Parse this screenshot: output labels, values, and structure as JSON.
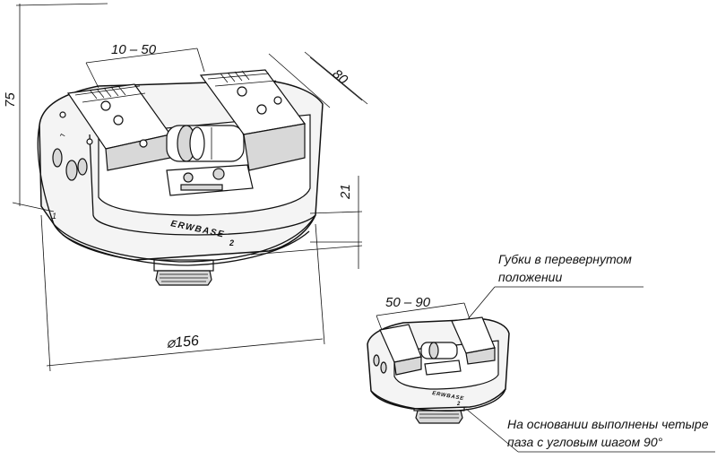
{
  "dimensions": {
    "jaw_range_main": "10 – 50",
    "depth": "80",
    "height": "75",
    "jaw_height": "21",
    "diameter": "⌀156",
    "jaw_range_inverted": "50 – 90"
  },
  "markings": {
    "brand": "ERWBASE",
    "mark_1": "1",
    "mark_2": "2",
    "mark_2_small": "2"
  },
  "notes": {
    "inverted_jaws_line1": "Губки в перевернутом",
    "inverted_jaws_line2": "положении",
    "base_slots_line1": "На основании выполнены четыре",
    "base_slots_line2": "паза с угловым шагом 90°"
  }
}
